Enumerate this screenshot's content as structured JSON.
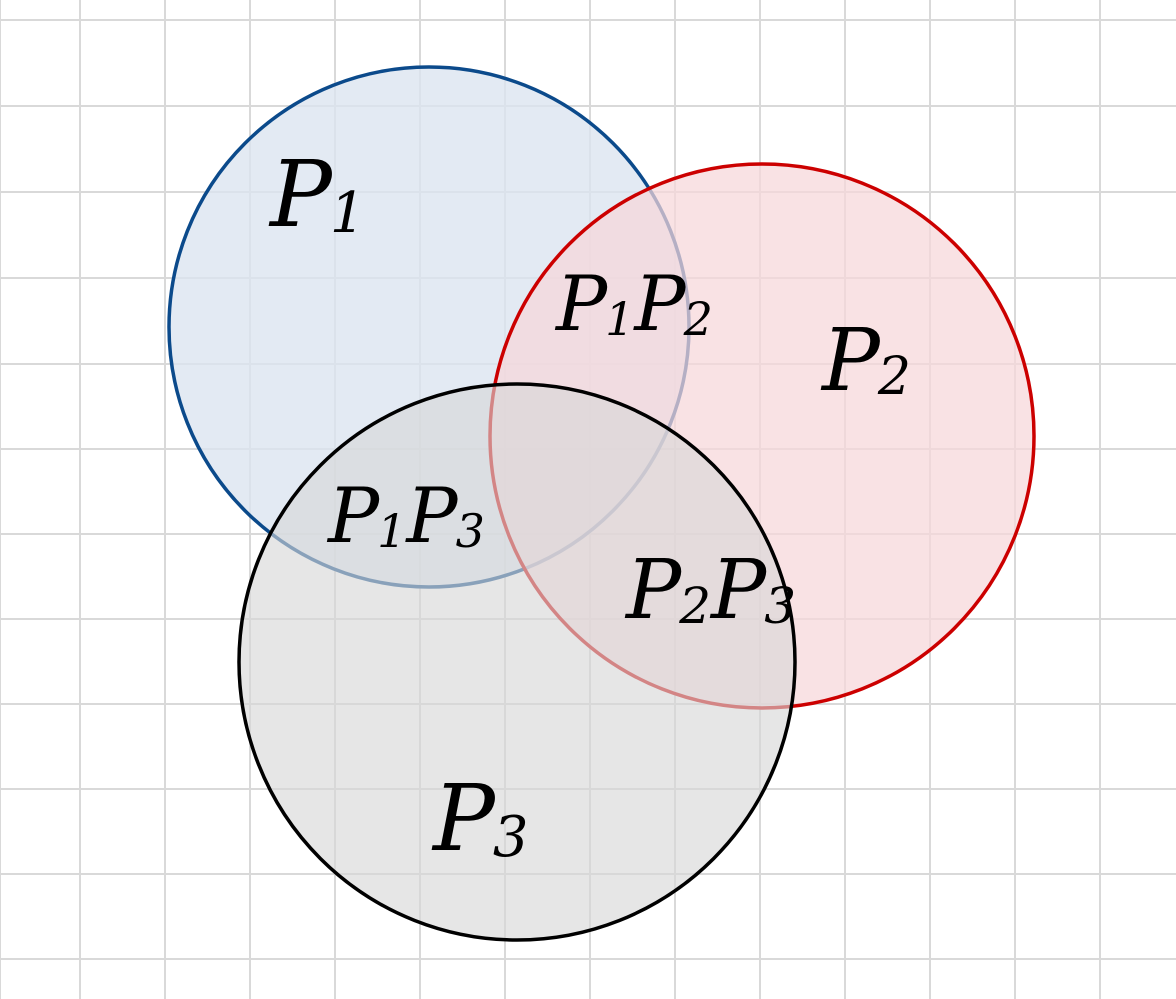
{
  "diagram": {
    "type": "venn",
    "sets": [
      {
        "id": "P1",
        "label": "P",
        "subscript": "1",
        "stroke": "#0b4a8b",
        "fill": "#dbe4f0"
      },
      {
        "id": "P2",
        "label": "P",
        "subscript": "2",
        "stroke": "#cc0000",
        "fill": "#f7d7d9"
      },
      {
        "id": "P3",
        "label": "P",
        "subscript": "3",
        "stroke": "#000000",
        "fill": "#d6d6d6"
      }
    ],
    "intersections": [
      {
        "id": "P1P2",
        "parts": [
          {
            "label": "P",
            "subscript": "1"
          },
          {
            "label": "P",
            "subscript": "2"
          }
        ]
      },
      {
        "id": "P1P3",
        "parts": [
          {
            "label": "P",
            "subscript": "1"
          },
          {
            "label": "P",
            "subscript": "3"
          }
        ]
      },
      {
        "id": "P2P3",
        "parts": [
          {
            "label": "P",
            "subscript": "2"
          },
          {
            "label": "P",
            "subscript": "3"
          }
        ]
      }
    ],
    "background": {
      "grid": true,
      "grid_color": "#d9d9d9"
    }
  }
}
